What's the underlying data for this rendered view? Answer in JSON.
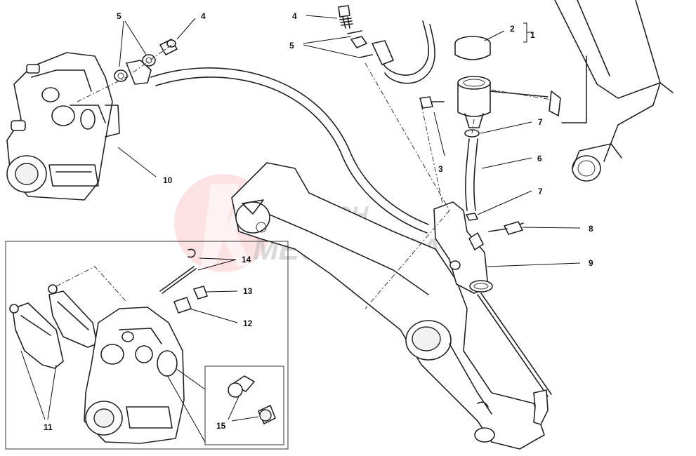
{
  "diagram": {
    "callouts": [
      {
        "id": "c1",
        "label": "1"
      },
      {
        "id": "c2",
        "label": "2"
      },
      {
        "id": "c3",
        "label": "3"
      },
      {
        "id": "c4a",
        "label": "4"
      },
      {
        "id": "c4b",
        "label": "4"
      },
      {
        "id": "c5a",
        "label": "5"
      },
      {
        "id": "c5b",
        "label": "5"
      },
      {
        "id": "c6",
        "label": "6"
      },
      {
        "id": "c7a",
        "label": "7"
      },
      {
        "id": "c7b",
        "label": "7"
      },
      {
        "id": "c8",
        "label": "8"
      },
      {
        "id": "c9",
        "label": "9"
      },
      {
        "id": "c10",
        "label": "10"
      },
      {
        "id": "c11",
        "label": "11"
      },
      {
        "id": "c12",
        "label": "12"
      },
      {
        "id": "c13",
        "label": "13"
      },
      {
        "id": "c14",
        "label": "14"
      },
      {
        "id": "c15",
        "label": "15"
      }
    ],
    "watermark": {
      "line1": "REJBICH",
      "line2": "MECCANICA",
      "colors": {
        "logo_red": "#e8202a",
        "text_grey": "#b8b8b8"
      }
    }
  }
}
